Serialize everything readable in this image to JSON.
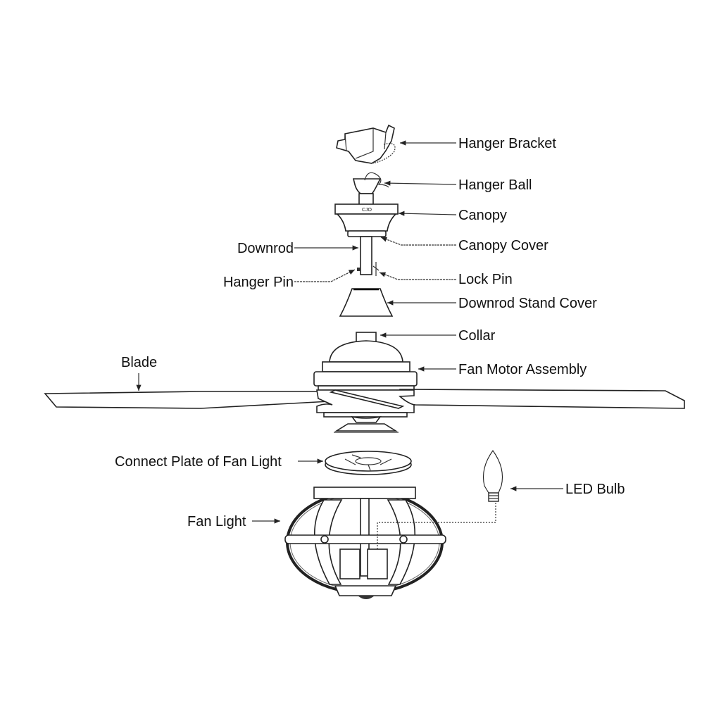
{
  "diagram": {
    "title": "Ceiling fan exploded view",
    "labels": {
      "hanger_bracket": "Hanger Bracket",
      "hanger_ball": "Hanger Ball",
      "canopy": "Canopy",
      "canopy_cover": "Canopy Cover",
      "downrod": "Downrod",
      "hanger_pin": "Hanger Pin",
      "lock_pin": "Lock Pin",
      "downrod_stand_cover": "Downrod Stand Cover",
      "collar": "Collar",
      "fan_motor_assembly": "Fan Motor Assembly",
      "blade": "Blade",
      "connect_plate": "Connect Plate of Fan Light",
      "led_bulb": "LED Bulb",
      "fan_light": "Fan Light"
    }
  }
}
